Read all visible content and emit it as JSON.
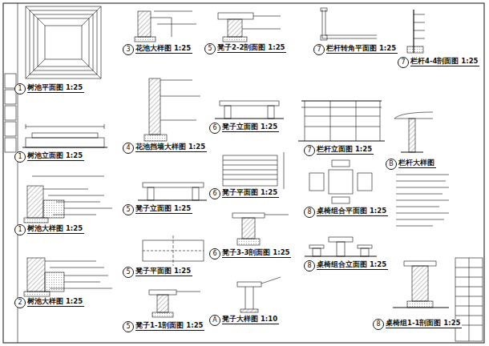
{
  "diagram": {
    "labels": [
      "1",
      "树池平面图 1:25",
      "1",
      "树池立面图 1:25",
      "1",
      "树池大样图 1:25",
      "2",
      "树池大样图 1:25",
      "3",
      "花池大样图 1:25",
      "4",
      "花池挡墙大样图 1:25",
      "5",
      "凳子立面图 1:25",
      "5",
      "凳子平面图 1:25",
      "5",
      "凳子1-1剖面图 1:25",
      "5",
      "凳子2-2剖面图 1:25",
      "6",
      "凳子立面图 1:25",
      "6",
      "凳子平面图 1:25",
      "6",
      "凳子3-3剖面图 1:25",
      "A",
      "凳子大样图 1:10",
      "7",
      "栏杆转角平面图 1:25",
      "7",
      "栏杆4-4剖面图 1:25",
      "7",
      "栏杆立面图 1:25",
      "B",
      "栏杆大样图",
      "8",
      "桌椅组合平面图 1:25",
      "8",
      "桌椅组合立面图 1:25",
      "8",
      "桌椅组1-1剖面图 1:25"
    ]
  }
}
